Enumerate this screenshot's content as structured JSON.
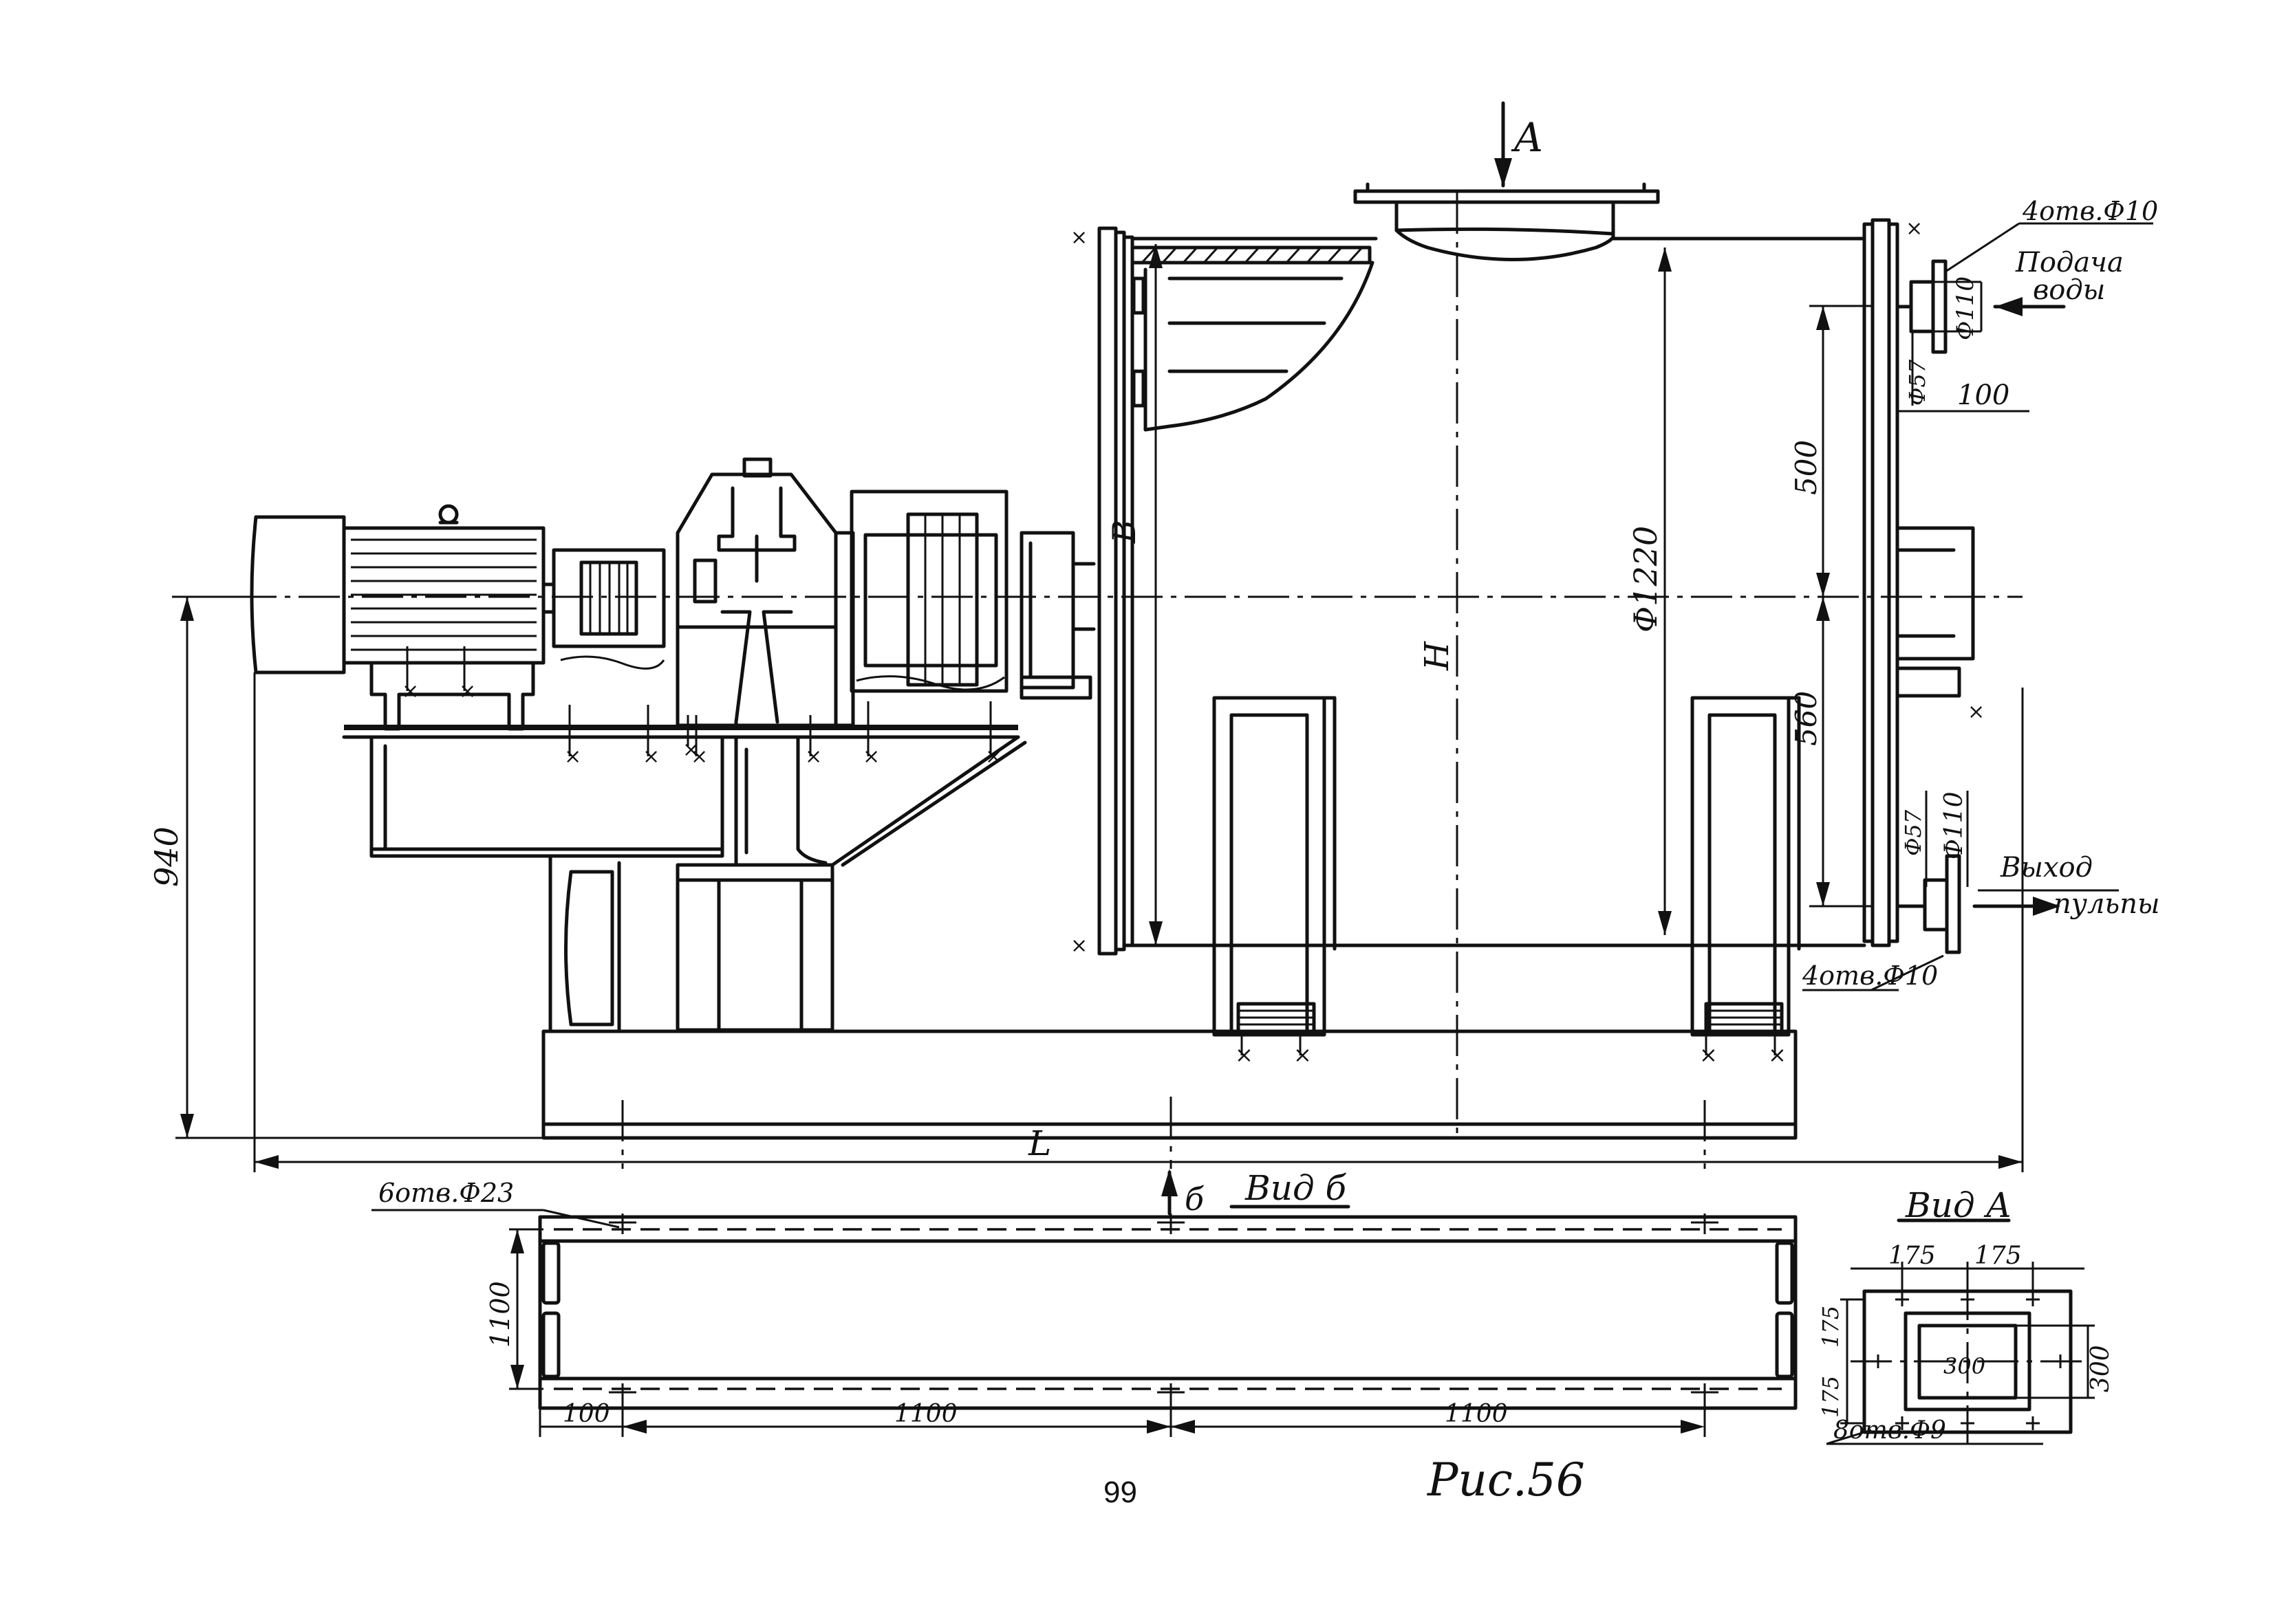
{
  "view_arrow_a": "А",
  "view_arrow_b": "б",
  "dim_b_vertical": "В",
  "dim_h": "Н",
  "dim_diameter_1220": "Ф1220",
  "dim_940": "940",
  "dim_l": "L",
  "dim_500": "500",
  "dim_560": "560",
  "dim_100": "100",
  "dim_d110_top": "Ф110",
  "dim_d57_top": "Ф57",
  "dim_d57_bottom": "Ф57",
  "dim_d110_bottom": "Ф110",
  "holes_top": "4отв.Ф10",
  "holes_bottom": "4отв.Ф10",
  "water_inlet_line1": "Подача",
  "water_inlet_line2": "воды",
  "pulp_outlet_line1": "Выход",
  "pulp_outlet_line2": "пульпы",
  "view_b_title": "Вид б",
  "view_b_holes": "6отв.Ф23",
  "view_b_dim_1100_height": "1100",
  "view_b_dim_100": "100",
  "view_b_dim_1100_left": "1100",
  "view_b_dim_1100_right": "1100",
  "view_a_title": "Вид А",
  "view_a_dim_175_left": "175",
  "view_a_dim_175_right": "175",
  "view_a_dim_175_upper": "175",
  "view_a_dim_175_lower": "175",
  "view_a_dim_300_inner": "300",
  "view_a_dim_300_side": "300",
  "view_a_holes": "8отв.Ф9",
  "figure_caption": "Рис.56",
  "page_number": "99"
}
